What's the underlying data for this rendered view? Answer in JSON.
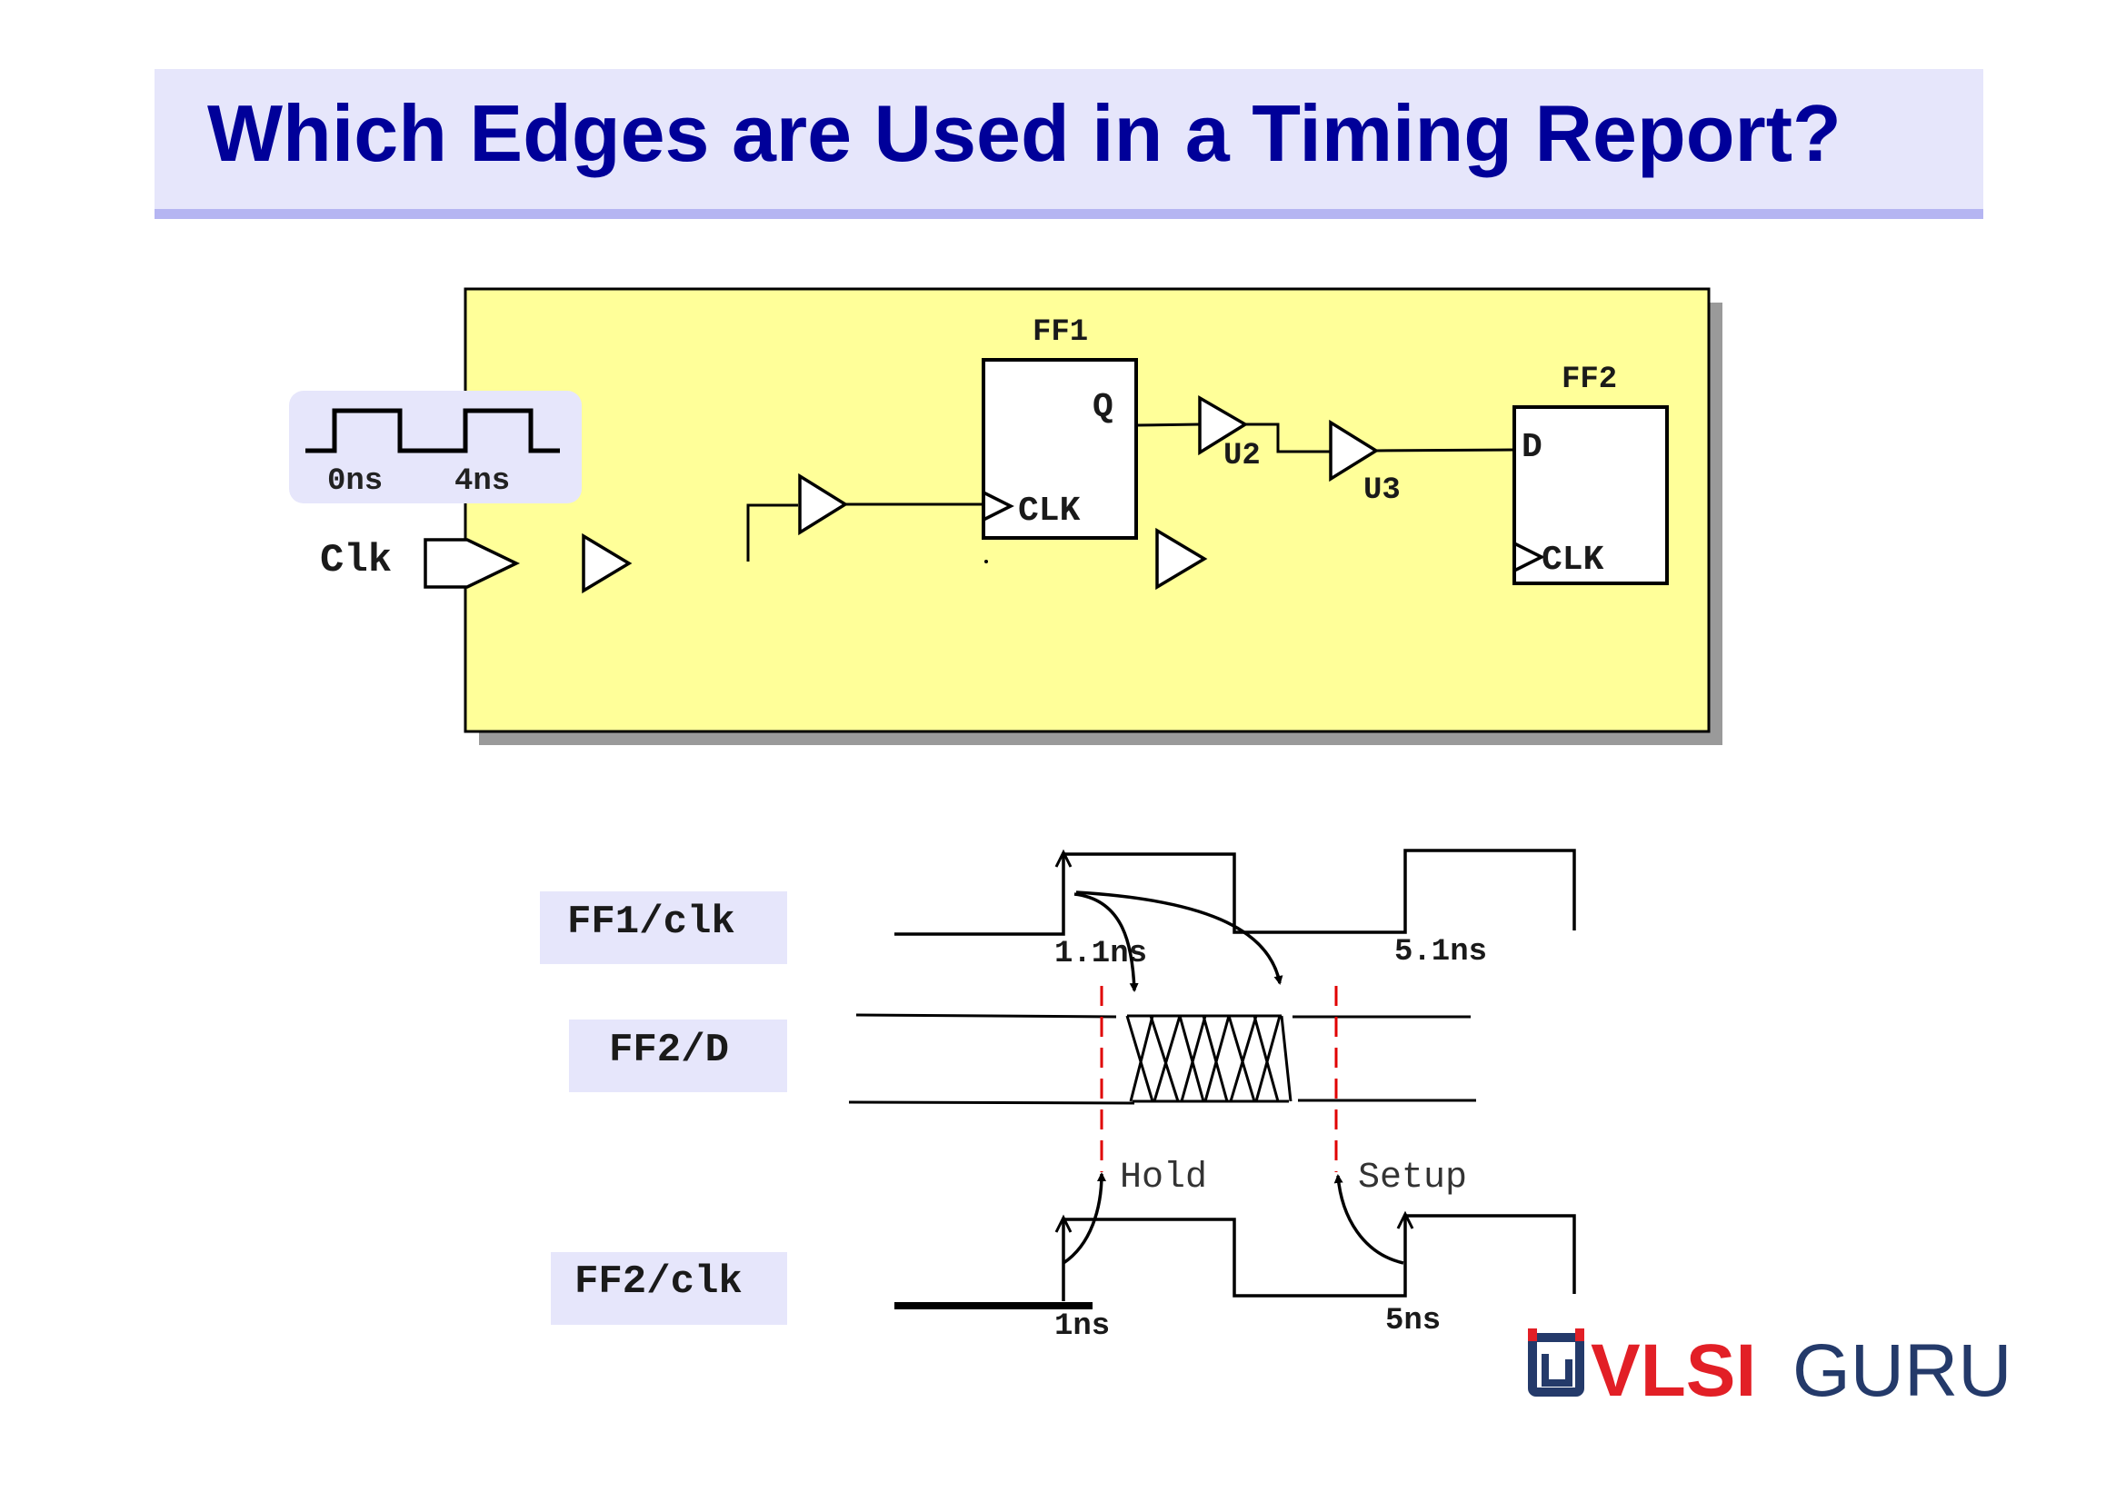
{
  "title": "Which Edges are Used in a Timing Report?",
  "schematic": {
    "input_port": "Clk",
    "clock_wave_labels": [
      "0ns",
      "4ns"
    ],
    "ff1_name": "FF1",
    "ff1_q_pin": "Q",
    "ff1_clk_pin": "CLK",
    "ff2_name": "FF2",
    "ff2_d_pin": "D",
    "ff2_clk_pin": "CLK",
    "buffers": [
      "U2",
      "U3"
    ]
  },
  "timing": {
    "signals": [
      "FF1/clk",
      "FF2/D",
      "FF2/clk"
    ],
    "ff1_edge_labels": [
      "1.1ns",
      "5.1ns"
    ],
    "ff2_edge_labels": [
      "1ns",
      "5ns"
    ],
    "window_labels": [
      "Hold",
      "Setup"
    ]
  },
  "logo": {
    "prefix": "VLSI",
    "suffix": "GURU",
    "red": "#e21f26",
    "navy": "#243a6a"
  },
  "colors": {
    "title": "#000099",
    "title_bg": "#e6e6fb",
    "schematic_bg": "#ffff99",
    "dashed": "#e00000"
  }
}
